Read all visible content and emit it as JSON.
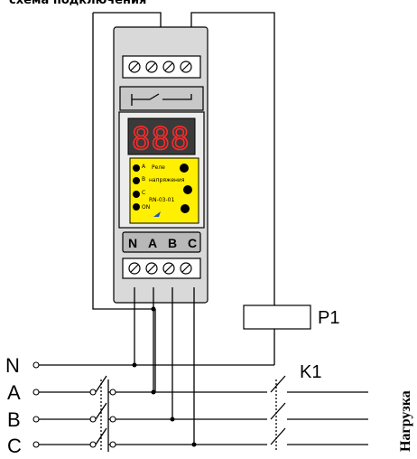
{
  "title": "схема подключения",
  "device": {
    "display": "888",
    "terminals_bottom": [
      "N",
      "A",
      "B",
      "C"
    ],
    "panel": {
      "left_labels": [
        "A",
        "B",
        "C",
        "ON"
      ],
      "center_top": "Реле",
      "center_mid": "напряжения",
      "model": "RN-03-01"
    }
  },
  "lines": [
    "N",
    "A",
    "B",
    "C"
  ],
  "relay_label": "P1",
  "contactor_label": "K1",
  "load_label": "Нагрузка",
  "colors": {
    "display_bg": "#3a3a3a",
    "display_digits": "#ff2a2a",
    "panel": "#ffef00",
    "module": "#d9d9d9"
  }
}
